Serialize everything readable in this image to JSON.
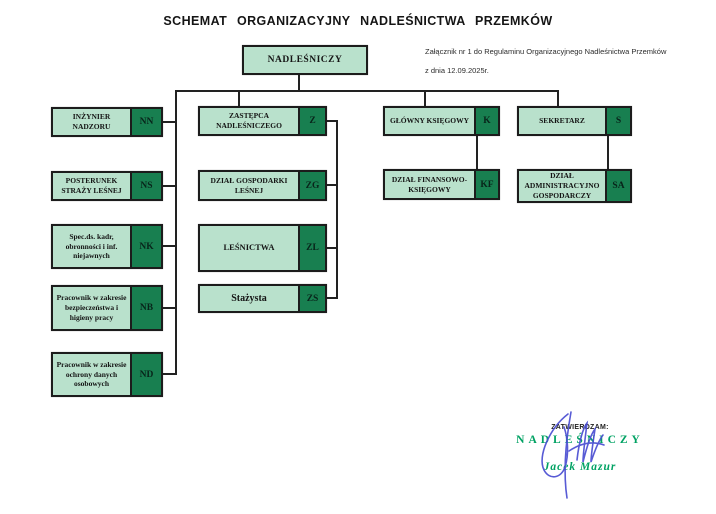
{
  "title": "SCHEMAT ORGANIZACYJNY NADLEŚNICTWA PRZEMKÓW",
  "annotation": {
    "line1": "Załącznik nr 1 do Regulaminu Organizacyjnego Nadleśnictwa Przemków",
    "line2": "z dnia 12.09.2025r."
  },
  "nodes": {
    "nadlesniczy": {
      "label": "NADLEŚNICZY"
    },
    "nn": {
      "label": "INŻYNIER NADZORU",
      "code": "NN"
    },
    "ns": {
      "label": "POSTERUNEK STRAŻY LEŚNEJ",
      "code": "NS"
    },
    "nk": {
      "label": "Spec.ds. kadr, obronności i inf. niejawnych",
      "code": "NK"
    },
    "nb": {
      "label": "Pracownik w zakresie bezpieczeństwa i higieny pracy",
      "code": "NB"
    },
    "nd": {
      "label": "Pracownik w zakresie ochrony danych osobowych",
      "code": "ND"
    },
    "z": {
      "label": "ZASTĘPCA NADLEŚNICZEGO",
      "code": "Z"
    },
    "zg": {
      "label": "DZIAŁ GOSPODARKI LEŚNEJ",
      "code": "ZG"
    },
    "zl": {
      "label": "LEŚNICTWA",
      "code": "ZL"
    },
    "zs": {
      "label": "Stażysta",
      "code": "ZS"
    },
    "k": {
      "label": "GŁÓWNY KSIĘGOWY",
      "code": "K"
    },
    "kf": {
      "label": "DZIAŁ FINANSOWO-KSIĘGOWY",
      "code": "KF"
    },
    "s": {
      "label": "SEKRETARZ",
      "code": "S"
    },
    "sa": {
      "label": "DZIAŁ ADMINISTRACYJNO GOSPODARCZY",
      "code": "SA"
    }
  },
  "edges": [
    [
      "nadlesniczy",
      "nn"
    ],
    [
      "nadlesniczy",
      "ns"
    ],
    [
      "nadlesniczy",
      "nk"
    ],
    [
      "nadlesniczy",
      "nb"
    ],
    [
      "nadlesniczy",
      "nd"
    ],
    [
      "nadlesniczy",
      "z"
    ],
    [
      "nadlesniczy",
      "k"
    ],
    [
      "nadlesniczy",
      "s"
    ],
    [
      "z",
      "zg"
    ],
    [
      "z",
      "zl"
    ],
    [
      "z",
      "zs"
    ],
    [
      "k",
      "kf"
    ],
    [
      "s",
      "sa"
    ]
  ],
  "approval": {
    "stamp_label": "ZATWIERDZAM:",
    "role": "NADLEŚNICZY",
    "name": "Jacek Mazur"
  },
  "colors": {
    "box_fill": "#b9e1cc",
    "code_fill": "#187f50",
    "accent_green": "#00a263",
    "signature_ink": "#4a4ed2",
    "line_color": "#222222"
  }
}
